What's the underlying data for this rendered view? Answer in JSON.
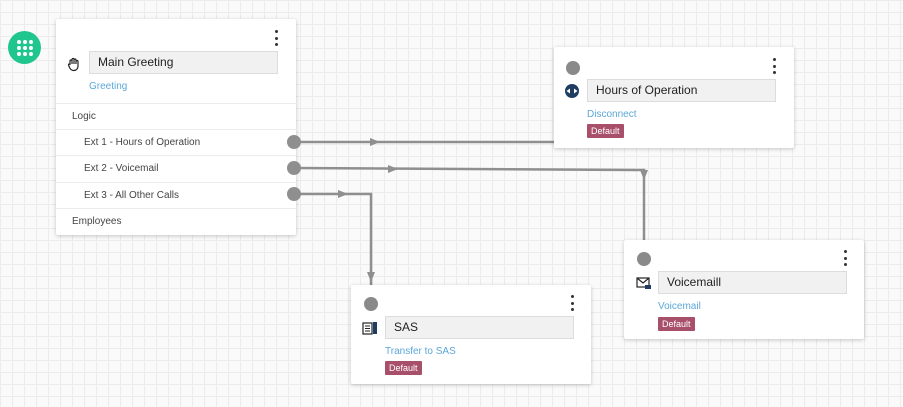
{
  "nodes": {
    "main": {
      "name": "Main Greeting",
      "type": "Greeting",
      "logic_label": "Logic",
      "extensions": [
        "Ext 1 - Hours of Operation",
        "Ext 2 - Voicemail",
        "Ext 3 - All Other Calls"
      ],
      "employees_label": "Employees"
    },
    "hours": {
      "name": "Hours of Operation",
      "type": "Disconnect",
      "badge": "Default"
    },
    "voicemail": {
      "name": "Voicemaill",
      "type": "Voicemail",
      "badge": "Default"
    },
    "sas": {
      "name": "SAS",
      "type": "Transfer to SAS",
      "badge": "Default"
    }
  },
  "colors": {
    "accent": "#21c58e",
    "link": "#5ba8d8",
    "badge": "#a8506a",
    "wire": "#8f8f8f"
  }
}
